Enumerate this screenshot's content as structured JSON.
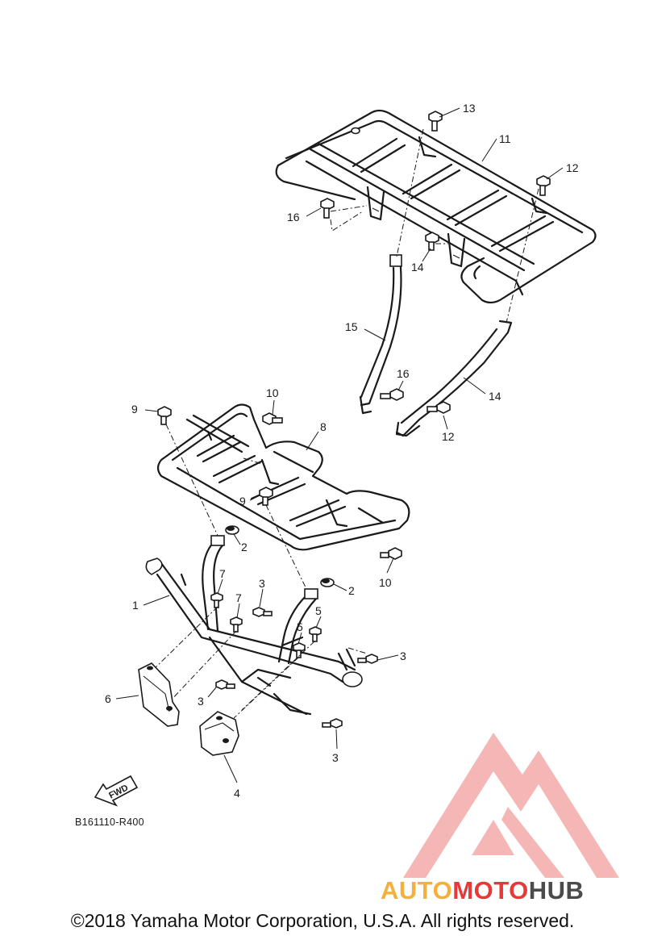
{
  "diagram": {
    "drawing_code": "B161110-R400",
    "fwd_label": "FWD",
    "callouts": [
      "1",
      "2",
      "2",
      "3",
      "3",
      "3",
      "3",
      "4",
      "5",
      "5",
      "6",
      "7",
      "7",
      "8",
      "9",
      "9",
      "10",
      "10",
      "11",
      "12",
      "12",
      "13",
      "14",
      "14",
      "15",
      "16",
      "16"
    ]
  },
  "watermark": {
    "part1": "AUTO",
    "part2": "MOTO",
    "part3": "HUB",
    "colors": {
      "auto": "#f3b03c",
      "moto": "#e53a39",
      "hub": "#4b4b4b",
      "logo": "#f08c88"
    }
  },
  "footer": {
    "copyright": "©2018 Yamaha Motor Corporation, U.S.A. All rights reserved."
  }
}
